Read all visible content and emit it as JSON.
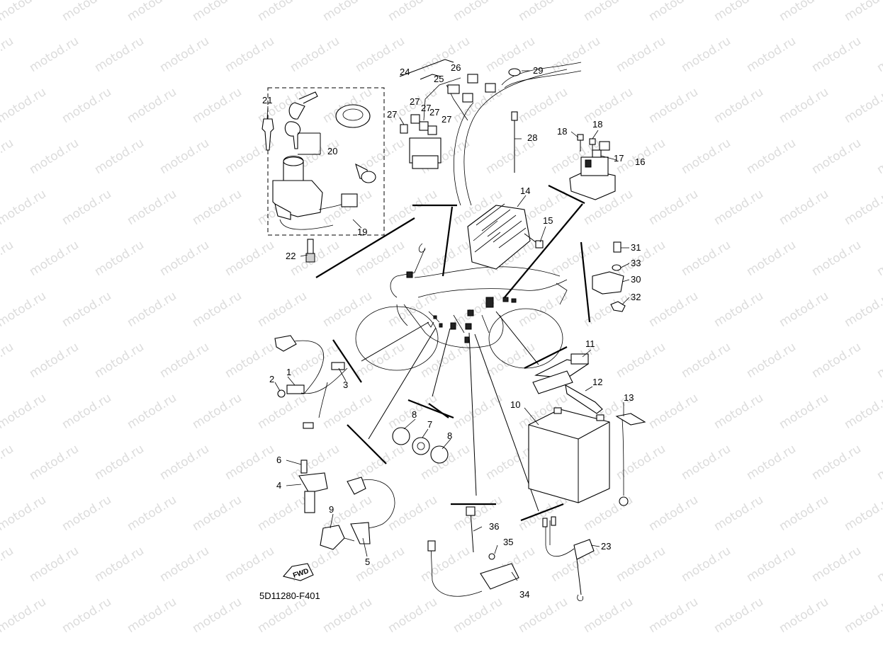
{
  "watermark": {
    "text": "motod.ru"
  },
  "drawing_code": "5D11280-F401",
  "fwd_label": "FWD",
  "callouts": [
    {
      "id": "1",
      "text": "1"
    },
    {
      "id": "2",
      "text": "2"
    },
    {
      "id": "3",
      "text": "3"
    },
    {
      "id": "4",
      "text": "4"
    },
    {
      "id": "5",
      "text": "5"
    },
    {
      "id": "6",
      "text": "6"
    },
    {
      "id": "7",
      "text": "7"
    },
    {
      "id": "8a",
      "text": "8"
    },
    {
      "id": "8b",
      "text": "8"
    },
    {
      "id": "9",
      "text": "9"
    },
    {
      "id": "10",
      "text": "10"
    },
    {
      "id": "11",
      "text": "11"
    },
    {
      "id": "12",
      "text": "12"
    },
    {
      "id": "13",
      "text": "13"
    },
    {
      "id": "14",
      "text": "14"
    },
    {
      "id": "15",
      "text": "15"
    },
    {
      "id": "16",
      "text": "16"
    },
    {
      "id": "17",
      "text": "17"
    },
    {
      "id": "18a",
      "text": "18"
    },
    {
      "id": "18b",
      "text": "18"
    },
    {
      "id": "19",
      "text": "19"
    },
    {
      "id": "20",
      "text": "20"
    },
    {
      "id": "21",
      "text": "21"
    },
    {
      "id": "22",
      "text": "22"
    },
    {
      "id": "23",
      "text": "23"
    },
    {
      "id": "24",
      "text": "24"
    },
    {
      "id": "25",
      "text": "25"
    },
    {
      "id": "26",
      "text": "26"
    },
    {
      "id": "27a",
      "text": "27"
    },
    {
      "id": "27b",
      "text": "27"
    },
    {
      "id": "27c",
      "text": "27"
    },
    {
      "id": "27d",
      "text": "27"
    },
    {
      "id": "27e",
      "text": "27"
    },
    {
      "id": "28",
      "text": "28"
    },
    {
      "id": "29",
      "text": "29"
    },
    {
      "id": "30",
      "text": "30"
    },
    {
      "id": "31",
      "text": "31"
    },
    {
      "id": "32",
      "text": "32"
    },
    {
      "id": "33",
      "text": "33"
    },
    {
      "id": "34",
      "text": "34"
    },
    {
      "id": "35",
      "text": "35"
    },
    {
      "id": "36",
      "text": "36"
    }
  ]
}
